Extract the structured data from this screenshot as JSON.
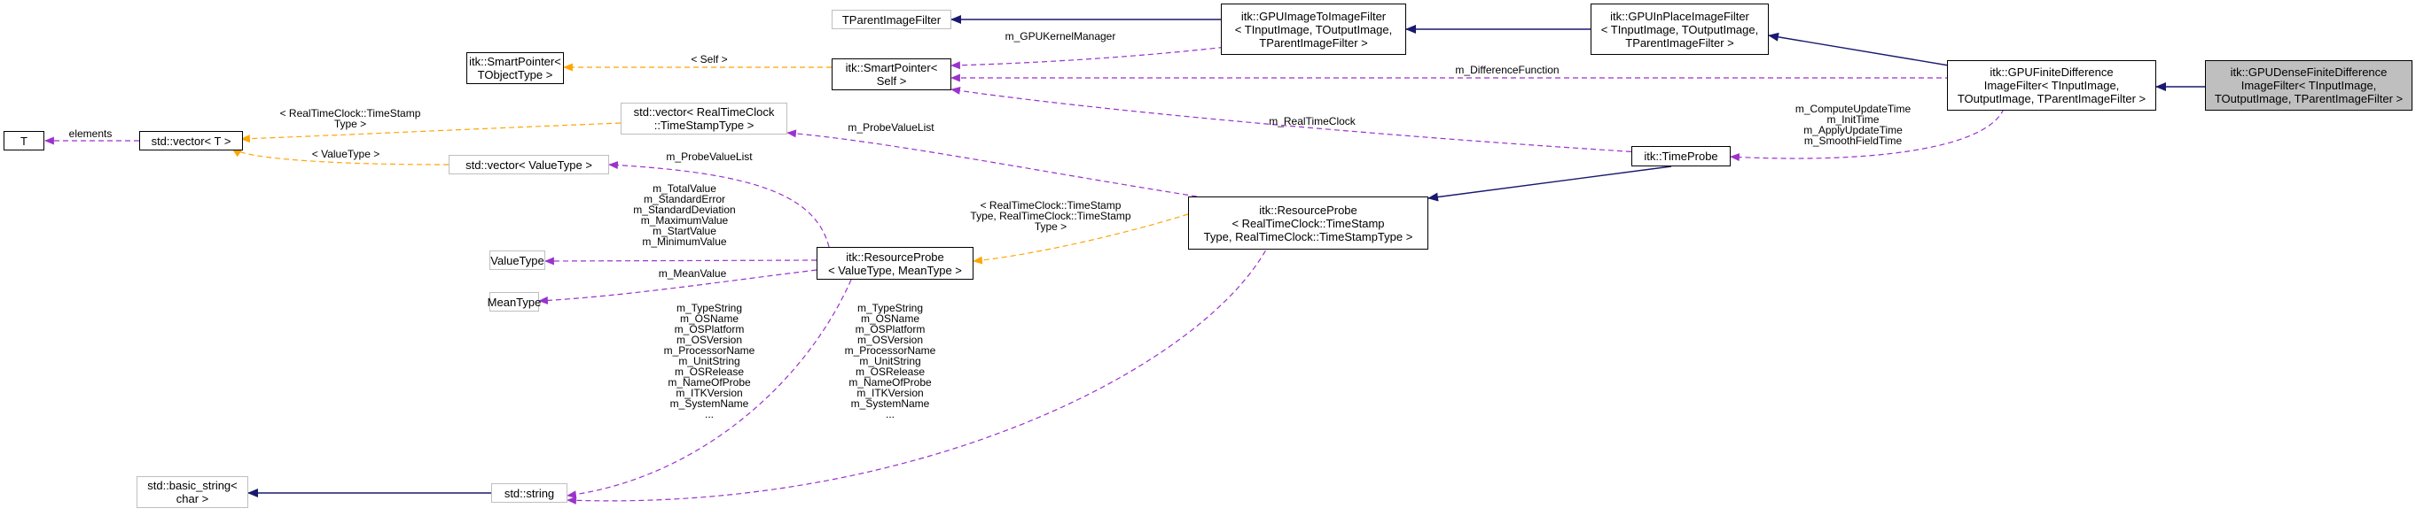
{
  "colors": {
    "inheritance": "#191970",
    "usage": "#9a32cd",
    "template": "#ffa500",
    "node_border": "#000000",
    "external_border": "#bfbfbf",
    "focus_fill": "#bfbfbf"
  },
  "nodes": {
    "t": {
      "lines": [
        "T"
      ]
    },
    "vector_t": {
      "lines": [
        "std::vector< T >"
      ]
    },
    "smartptr_objtype": {
      "lines": [
        "itk::SmartPointer<",
        "TObjectType >"
      ]
    },
    "vector_timestamp": {
      "lines": [
        "std::vector< RealTimeClock",
        "::TimeStampType >"
      ]
    },
    "vector_valuetype": {
      "lines": [
        "std::vector< ValueType >"
      ]
    },
    "valuetype": {
      "lines": [
        "ValueType"
      ]
    },
    "meantype": {
      "lines": [
        "MeanType"
      ]
    },
    "basic_string": {
      "lines": [
        "std::basic_string<",
        "char >"
      ]
    },
    "string": {
      "lines": [
        "std::string"
      ]
    },
    "tparentimagefilter": {
      "lines": [
        "TParentImageFilter"
      ]
    },
    "smartptr_self": {
      "lines": [
        "itk::SmartPointer<",
        "Self >"
      ]
    },
    "resourceprobe_vm": {
      "lines": [
        "itk::ResourceProbe",
        "< ValueType, MeanType >"
      ]
    },
    "gpuimagetoimagefilter": {
      "lines": [
        "itk::GPUImageToImageFilter",
        "< TInputImage, TOutputImage,",
        "TParentImageFilter >"
      ]
    },
    "resourceprobe_ts": {
      "lines": [
        "itk::ResourceProbe",
        "< RealTimeClock::TimeStamp",
        "Type, RealTimeClock::TimeStampType >"
      ]
    },
    "gpuinplaceimagefilter": {
      "lines": [
        "itk::GPUInPlaceImageFilter",
        "< TInputImage, TOutputImage,",
        "TParentImageFilter >"
      ]
    },
    "timeprobe": {
      "lines": [
        "itk::TimeProbe"
      ]
    },
    "gpufinitedifference": {
      "lines": [
        "itk::GPUFiniteDifference",
        "ImageFilter< TInputImage,",
        "TOutputImage, TParentImageFilter >"
      ]
    },
    "gpudensefinitedifference": {
      "lines": [
        "itk::GPUDenseFiniteDifference",
        "ImageFilter< TInputImage,",
        "TOutputImage, TParentImageFilter >"
      ]
    }
  },
  "edge_labels": {
    "elements": [
      "elements"
    ],
    "self": [
      "< Self >"
    ],
    "timestamp_type": [
      "< RealTimeClock::TimeStamp",
      "Type >"
    ],
    "value_type": [
      "< ValueType >"
    ],
    "gpu_kernel_manager": [
      "m_GPUKernelManager"
    ],
    "difference_function": [
      "m_DifferenceFunction"
    ],
    "real_time_clock": [
      "m_RealTimeClock"
    ],
    "probe_value_list_ts": [
      "m_ProbeValueList"
    ],
    "probe_value_list_vt": [
      "m_ProbeValueList"
    ],
    "value_members": [
      "m_TotalValue",
      "m_StandardError",
      "m_StandardDeviation",
      "m_MaximumValue",
      "m_StartValue",
      "m_MinimumValue"
    ],
    "mean_value": [
      "m_MeanValue"
    ],
    "timeprobe_members": [
      "m_ComputeUpdateTime",
      "m_InitTime",
      "m_ApplyUpdateTime",
      "m_SmoothFieldTime"
    ],
    "resourceprobe_template": [
      "< RealTimeClock::TimeStamp",
      "Type, RealTimeClock::TimeStamp",
      "Type >"
    ],
    "string_members_left": [
      "m_TypeString",
      "m_OSName",
      "m_OSPlatform",
      "m_OSVersion",
      "m_ProcessorName",
      "m_UnitString",
      "m_OSRelease",
      "m_NameOfProbe",
      "m_ITKVersion",
      "m_SystemName",
      "..."
    ],
    "string_members_right": [
      "m_TypeString",
      "m_OSName",
      "m_OSPlatform",
      "m_OSVersion",
      "m_ProcessorName",
      "m_UnitString",
      "m_OSRelease",
      "m_NameOfProbe",
      "m_ITKVersion",
      "m_SystemName",
      "..."
    ]
  }
}
